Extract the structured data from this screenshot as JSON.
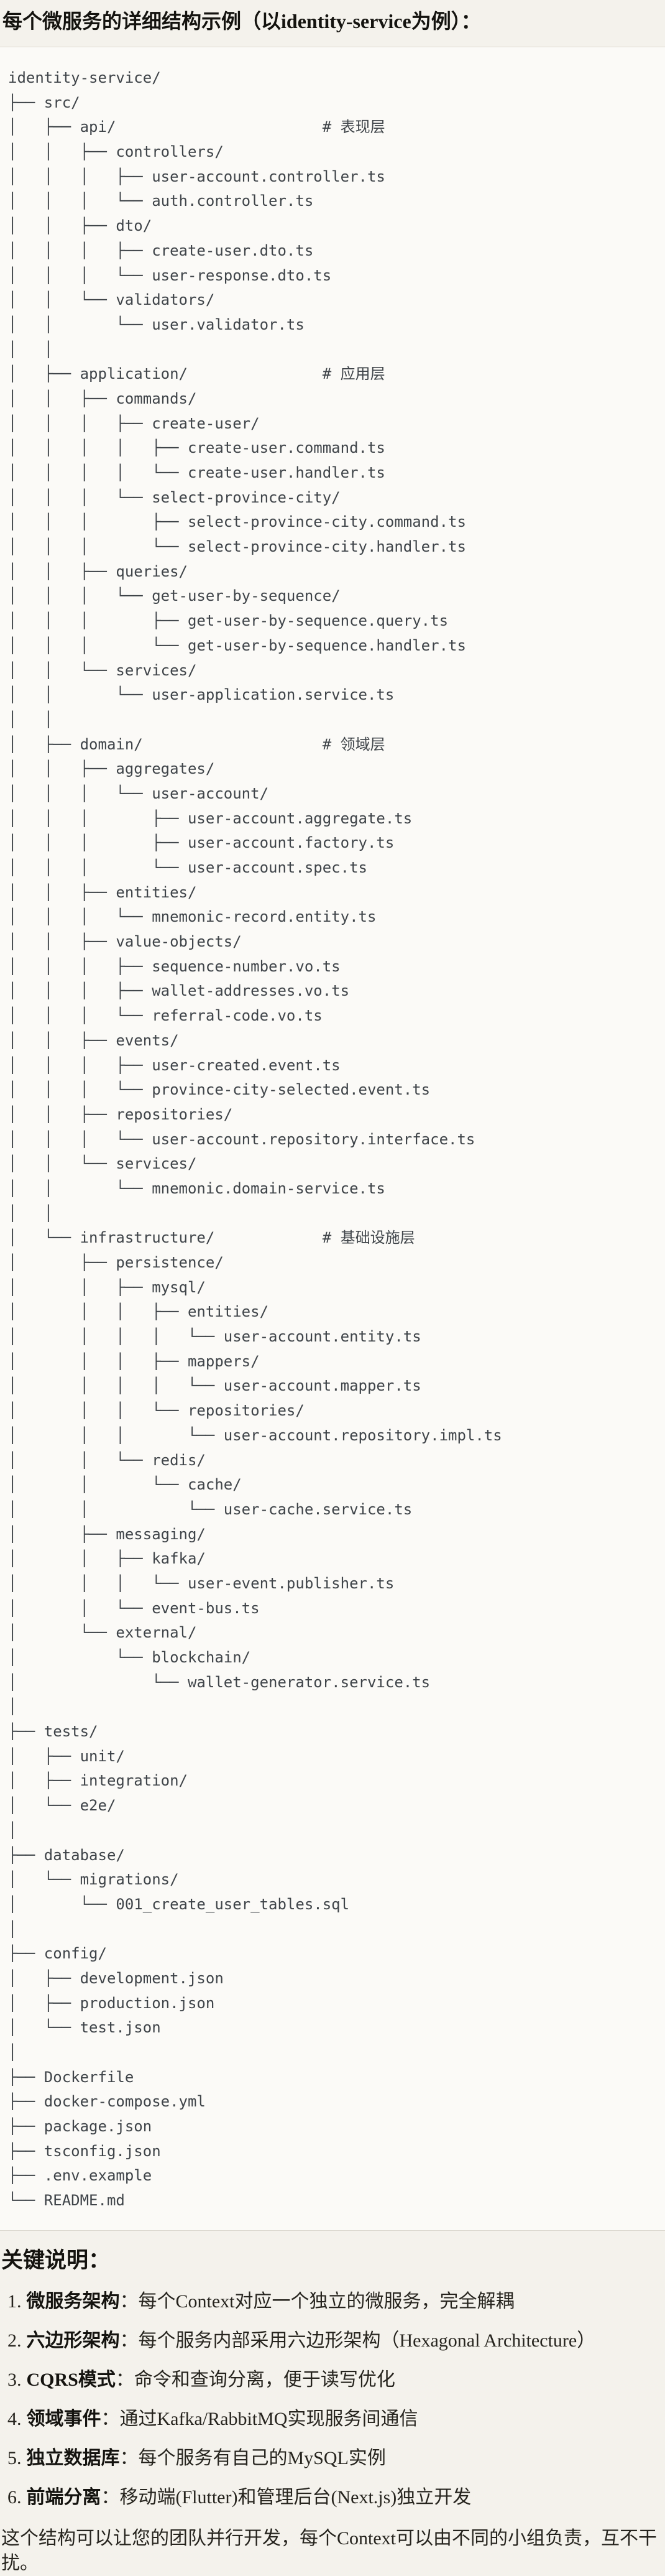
{
  "page": {
    "title": "每个微服务的详细结构示例（以identity-service为例）：",
    "notes_heading": "关键说明："
  },
  "colors": {
    "page_background": "#f4f2ec",
    "code_block_background": "#fbfaf7",
    "code_block_border": "#dcd9d0",
    "tree_text": "#3f4449",
    "heading_text": "#14130f"
  },
  "tree": {
    "lines": [
      "identity-service/",
      "├── src/",
      "│   ├── api/                       # 表现层",
      "│   │   ├── controllers/",
      "│   │   │   ├── user-account.controller.ts",
      "│   │   │   └── auth.controller.ts",
      "│   │   ├── dto/",
      "│   │   │   ├── create-user.dto.ts",
      "│   │   │   └── user-response.dto.ts",
      "│   │   └── validators/",
      "│   │       └── user.validator.ts",
      "│   │",
      "│   ├── application/               # 应用层",
      "│   │   ├── commands/",
      "│   │   │   ├── create-user/",
      "│   │   │   │   ├── create-user.command.ts",
      "│   │   │   │   └── create-user.handler.ts",
      "│   │   │   └── select-province-city/",
      "│   │   │       ├── select-province-city.command.ts",
      "│   │   │       └── select-province-city.handler.ts",
      "│   │   ├── queries/",
      "│   │   │   └── get-user-by-sequence/",
      "│   │   │       ├── get-user-by-sequence.query.ts",
      "│   │   │       └── get-user-by-sequence.handler.ts",
      "│   │   └── services/",
      "│   │       └── user-application.service.ts",
      "│   │",
      "│   ├── domain/                    # 领域层",
      "│   │   ├── aggregates/",
      "│   │   │   └── user-account/",
      "│   │   │       ├── user-account.aggregate.ts",
      "│   │   │       ├── user-account.factory.ts",
      "│   │   │       └── user-account.spec.ts",
      "│   │   ├── entities/",
      "│   │   │   └── mnemonic-record.entity.ts",
      "│   │   ├── value-objects/",
      "│   │   │   ├── sequence-number.vo.ts",
      "│   │   │   ├── wallet-addresses.vo.ts",
      "│   │   │   └── referral-code.vo.ts",
      "│   │   ├── events/",
      "│   │   │   ├── user-created.event.ts",
      "│   │   │   └── province-city-selected.event.ts",
      "│   │   ├── repositories/",
      "│   │   │   └── user-account.repository.interface.ts",
      "│   │   └── services/",
      "│   │       └── mnemonic.domain-service.ts",
      "│   │",
      "│   └── infrastructure/            # 基础设施层",
      "│       ├── persistence/",
      "│       │   ├── mysql/",
      "│       │   │   ├── entities/",
      "│       │   │   │   └── user-account.entity.ts",
      "│       │   │   ├── mappers/",
      "│       │   │   │   └── user-account.mapper.ts",
      "│       │   │   └── repositories/",
      "│       │   │       └── user-account.repository.impl.ts",
      "│       │   └── redis/",
      "│       │       └── cache/",
      "│       │           └── user-cache.service.ts",
      "│       ├── messaging/",
      "│       │   ├── kafka/",
      "│       │   │   └── user-event.publisher.ts",
      "│       │   └── event-bus.ts",
      "│       └── external/",
      "│           └── blockchain/",
      "│               └── wallet-generator.service.ts",
      "│",
      "├── tests/",
      "│   ├── unit/",
      "│   ├── integration/",
      "│   └── e2e/",
      "│",
      "├── database/",
      "│   └── migrations/",
      "│       └── 001_create_user_tables.sql",
      "│",
      "├── config/",
      "│   ├── development.json",
      "│   ├── production.json",
      "│   └── test.json",
      "│",
      "├── Dockerfile",
      "├── docker-compose.yml",
      "├── package.json",
      "├── tsconfig.json",
      "├── .env.example",
      "└── README.md"
    ]
  },
  "notes": {
    "items": [
      {
        "num": "1.",
        "term": "微服务架构",
        "rest": "：每个Context对应一个独立的微服务，完全解耦"
      },
      {
        "num": "2.",
        "term": "六边形架构",
        "rest": "：每个服务内部采用六边形架构（Hexagonal Architecture）"
      },
      {
        "num": "3.",
        "term": "CQRS模式",
        "rest": "：命令和查询分离，便于读写优化"
      },
      {
        "num": "4.",
        "term": "领域事件",
        "rest": "：通过Kafka/RabbitMQ实现服务间通信"
      },
      {
        "num": "5.",
        "term": "独立数据库",
        "rest": "：每个服务有自己的MySQL实例"
      },
      {
        "num": "6.",
        "term": "前端分离",
        "rest": "：移动端(Flutter)和管理后台(Next.js)独立开发"
      }
    ]
  },
  "footer": {
    "text": "这个结构可以让您的团队并行开发，每个Context可以由不同的小组负责，互不干扰。"
  }
}
